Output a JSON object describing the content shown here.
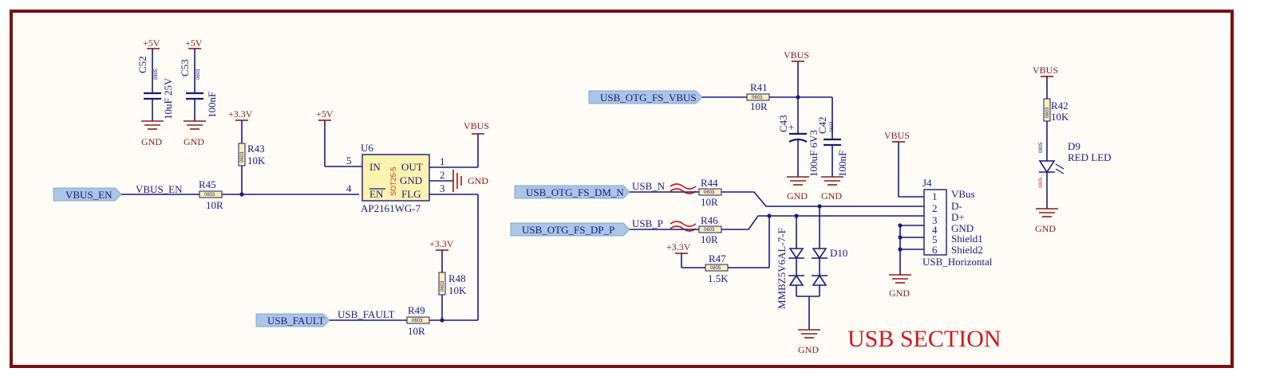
{
  "section_title": "USB SECTION",
  "power_labels": {
    "p5v": "+5V",
    "p3v3": "+3.3V",
    "vbus": "VBUS",
    "gnd": "GND"
  },
  "capacitors": {
    "c52": {
      "ref": "C52",
      "value": "10uF 25V",
      "pkg": "0805"
    },
    "c53": {
      "ref": "C53",
      "value": "100nF",
      "pkg": "0603"
    },
    "c43": {
      "ref": "C43",
      "value": "100uF 6V3"
    },
    "c42": {
      "ref": "C42",
      "value": "100nF",
      "pkg": "0603"
    }
  },
  "resistors": {
    "r43": {
      "ref": "R43",
      "value": "10K",
      "pkg": "0603"
    },
    "r45": {
      "ref": "R45",
      "value": "10R",
      "pkg": "0603"
    },
    "r48": {
      "ref": "R48",
      "value": "10K",
      "pkg": "0603"
    },
    "r49": {
      "ref": "R49",
      "value": "10R",
      "pkg": "0603"
    },
    "r41": {
      "ref": "R41",
      "value": "10R",
      "pkg": "0603"
    },
    "r44": {
      "ref": "R44",
      "value": "10R",
      "pkg": "0603"
    },
    "r46": {
      "ref": "R46",
      "value": "10R",
      "pkg": "0603"
    },
    "r47": {
      "ref": "R47",
      "value": "1.5K",
      "pkg": "0805"
    },
    "r42": {
      "ref": "R42",
      "value": "10K",
      "pkg": "0603"
    }
  },
  "u6": {
    "ref": "U6",
    "part": "AP2161WG-7",
    "package": "SOT25-5",
    "pins": {
      "in": "IN",
      "out": "OUT",
      "gnd": "GND",
      "en": "EN",
      "flg": "FLG"
    },
    "pin_numbers": {
      "p1": "1",
      "p2": "2",
      "p3": "3",
      "p4": "4",
      "p5": "5"
    }
  },
  "ports": {
    "vbus_en": "VBUS_EN",
    "usb_fault": "USB_FAULT",
    "otg_vbus": "USB_OTG_FS_VBUS",
    "otg_dm": "USB_OTG_FS_DM_N",
    "otg_dp": "USB_OTG_FS_DP_P"
  },
  "net_labels": {
    "vbus_en": "VBUS_EN",
    "usb_fault": "USB_FAULT",
    "usb_n": "USB_N",
    "usb_p": "USB_P"
  },
  "d10": {
    "ref": "D10",
    "part": "MMBZ5V6AL-7-F"
  },
  "d9": {
    "ref": "D9",
    "value": "RED LED",
    "pkg": "0805",
    "pkg2": "0805"
  },
  "j4": {
    "ref": "J4",
    "part": "USB_Horizontal",
    "pins": [
      {
        "num": "1",
        "name": "VBus"
      },
      {
        "num": "2",
        "name": "D-"
      },
      {
        "num": "3",
        "name": "D+"
      },
      {
        "num": "4",
        "name": "GND"
      },
      {
        "num": "5",
        "name": "Shield1"
      },
      {
        "num": "6",
        "name": "Shield2"
      }
    ]
  }
}
